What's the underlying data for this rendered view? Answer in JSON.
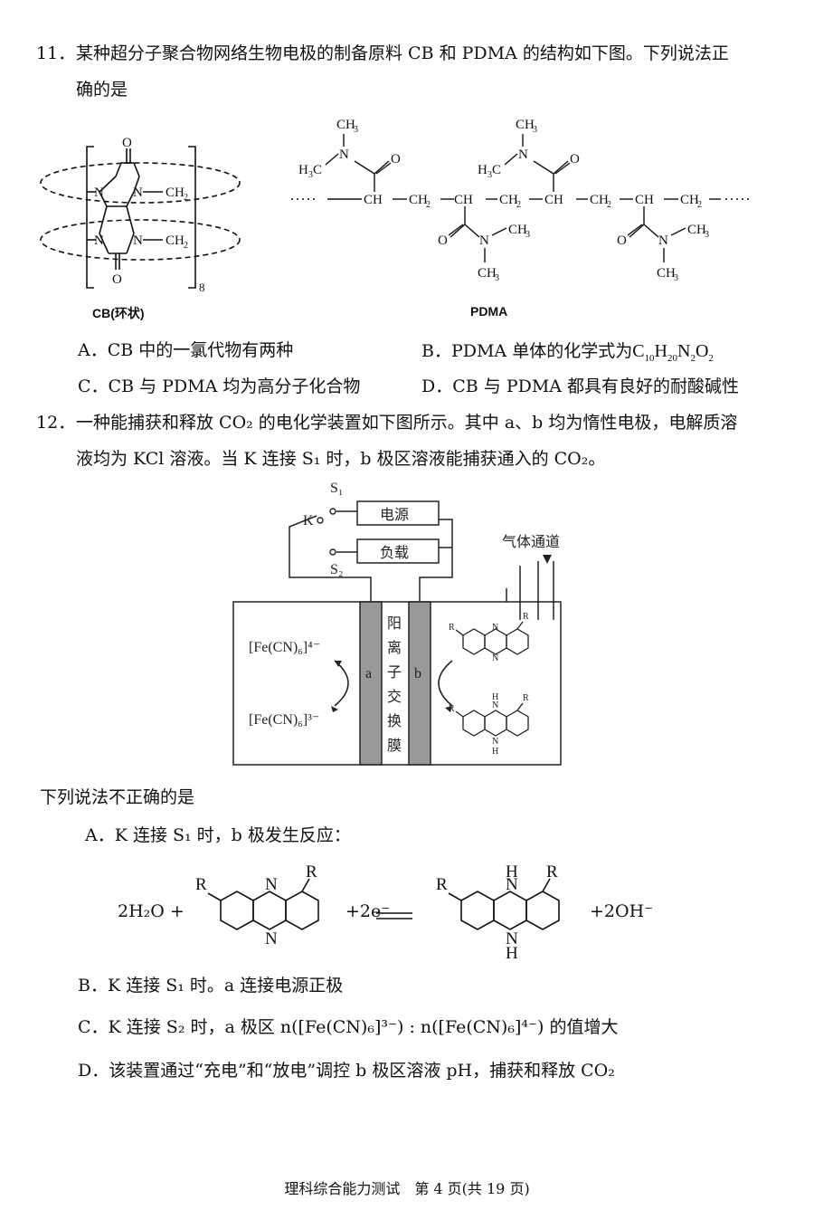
{
  "q11": {
    "number": "11．",
    "stem_line1": "某种超分子聚合物网络生物电极的制备原料 CB 和 PDMA 的结构如下图。下列说法正",
    "stem_line2": "确的是",
    "cb_caption": "CB(环状)",
    "cb_subscript": "8",
    "pdma_caption": "PDMA",
    "options": {
      "A": "A．CB 中的一氯代物有两种",
      "B_prefix": "B．PDMA 单体的化学式为",
      "B_formula": "C10H20N2O2",
      "C": "C．CB 与 PDMA 均为高分子化合物",
      "D": "D．CB 与 PDMA 都具有良好的耐酸碱性"
    }
  },
  "q12": {
    "number": "12．",
    "stem_line1": "一种能捕获和释放 CO₂ 的电化学装置如下图所示。其中 a、b 均为惰性电极，电解质溶",
    "stem_line2": "液均为 KCl 溶液。当 K 连接 S₁ 时，b 极区溶液能捕获通入的 CO₂。",
    "figure": {
      "s1": "S₁",
      "s2": "S₂",
      "k": "K",
      "power": "电源",
      "load": "负载",
      "gas_channel": "气体通道",
      "membrane": "阳离子交换膜",
      "electrode_a": "a",
      "electrode_b": "b",
      "fe4": "[Fe(CN)₆]⁴⁻",
      "fe3": "[Fe(CN)₆]³⁻",
      "r": "R",
      "n": "N",
      "h": "H"
    },
    "question": "下列说法不正确的是",
    "options": {
      "A": "A．K 连接 S₁ 时，b 极发生反应：",
      "A_eq_left": "2H₂O +",
      "A_eq_mid": "+2e⁻",
      "A_eq_right": "+2OH⁻",
      "B": "B．K 连接 S₁ 时。a 连接电源正极",
      "C": "C．K 连接 S₂ 时，a 极区 n([Fe(CN)₆]³⁻) : n([Fe(CN)₆]⁴⁻) 的值增大",
      "D": "D．该装置通过“充电”和“放电”调控 b 极区溶液 pH，捕获和释放 CO₂"
    }
  },
  "footer": "理科综合能力测试　第 4 页(共 19 页)"
}
